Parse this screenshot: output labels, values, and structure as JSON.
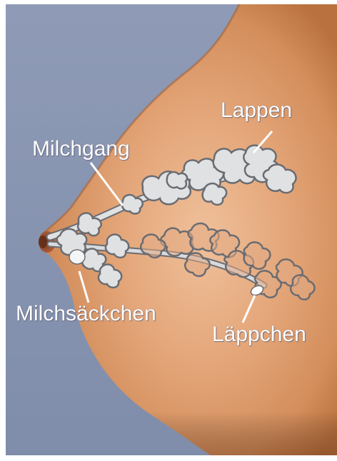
{
  "labels": {
    "lappen": "Lappen",
    "milchgang": "Milchgang",
    "milchsaeckchen": "Milchsäckchen",
    "laeppchen": "Läppchen"
  },
  "colors": {
    "background": "#8e9bb8",
    "skin_light": "#ebb58c",
    "skin_mid": "#d6915e",
    "skin_dark": "#a35f35",
    "gland_fill": "#dfe1e2",
    "gland_outline": "#6a6c72",
    "label_text": "#ffffff",
    "leader_line": "#ffffff"
  }
}
